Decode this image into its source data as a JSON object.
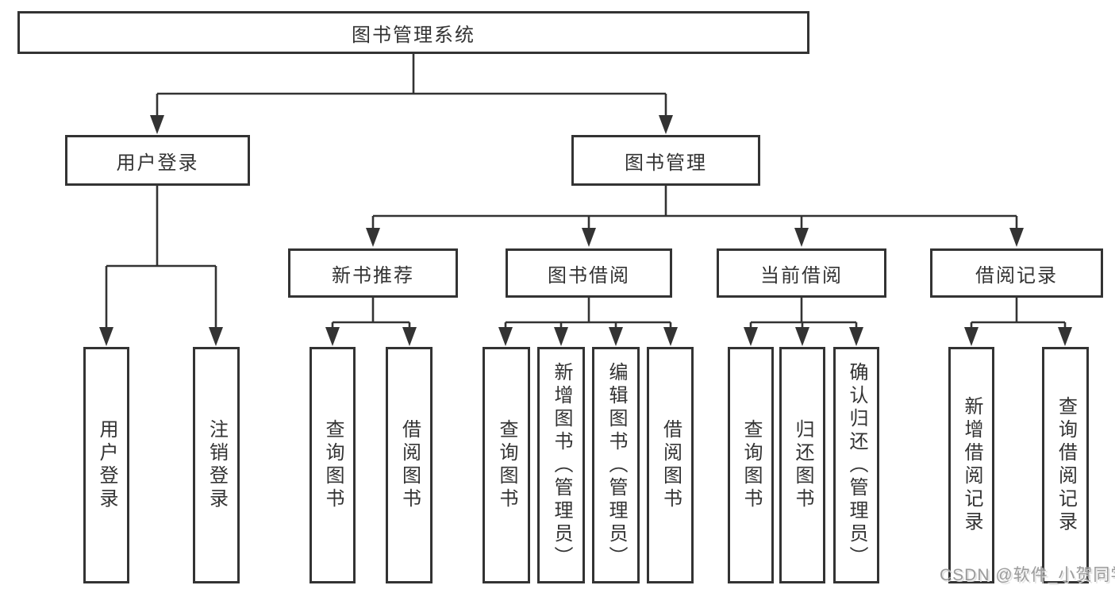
{
  "tree": {
    "root": "图书管理系统",
    "branches": [
      {
        "label": "用户登录",
        "leaves": [
          "用户登录",
          "注销登录"
        ]
      },
      {
        "label": "图书管理",
        "groups": [
          {
            "label": "新书推荐",
            "leaves": [
              "查询图书",
              "借阅图书"
            ]
          },
          {
            "label": "图书借阅",
            "leaves": [
              "查询图书",
              "新增图书（管理员）",
              "编辑图书（管理员）",
              "借阅图书"
            ]
          },
          {
            "label": "当前借阅",
            "leaves": [
              "查询图书",
              "归还图书",
              "确认归还（管理员）"
            ]
          },
          {
            "label": "借阅记录",
            "leaves": [
              "新增借阅记录",
              "查询借阅记录"
            ]
          }
        ]
      }
    ]
  },
  "watermark": {
    "text": "CSDN @软件_小贺同学"
  },
  "colors": {
    "line": "#333333",
    "box_border": "#333333",
    "text": "#333333",
    "watermark": "#9b9b9b",
    "background": "#ffffff"
  }
}
